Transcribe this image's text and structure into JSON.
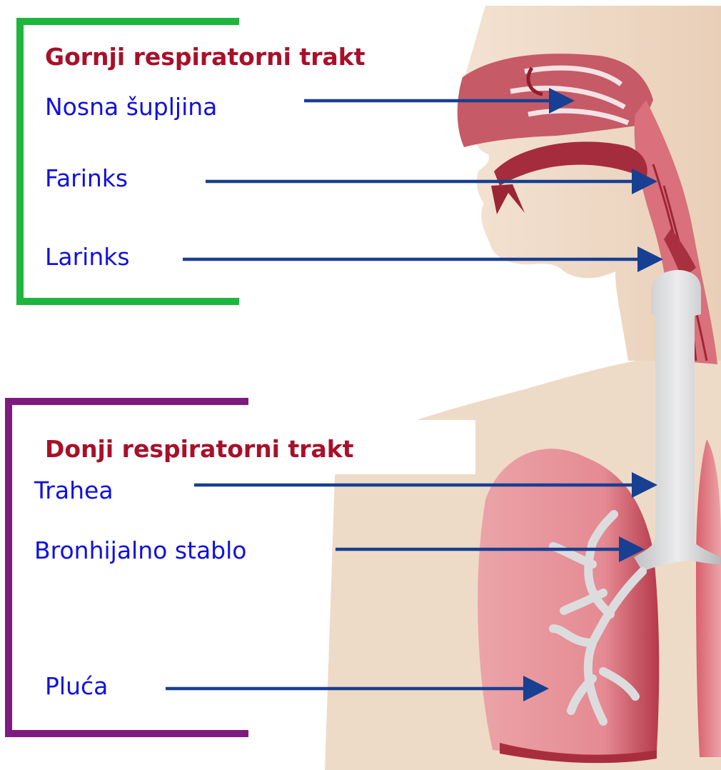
{
  "upper_tract": {
    "heading": "Gornji respiratorni trakt",
    "bracket_color": "#1db53d",
    "labels": [
      "Nosna šupljina",
      "Farinks",
      "Larinks"
    ]
  },
  "lower_tract": {
    "heading": "Donji respiratorni trakt",
    "bracket_color": "#7f1a80",
    "labels": [
      "Trahea",
      "Bronhijalno stablo",
      "Pluća"
    ]
  },
  "colors": {
    "heading_text": "#a8102a",
    "label_text": "#1010e0",
    "arrow": "#173f92",
    "skin": "#f1dcc8",
    "tissue": "#b83b4a",
    "lung": "#e6959b",
    "trachea": "#d5d6d8"
  }
}
